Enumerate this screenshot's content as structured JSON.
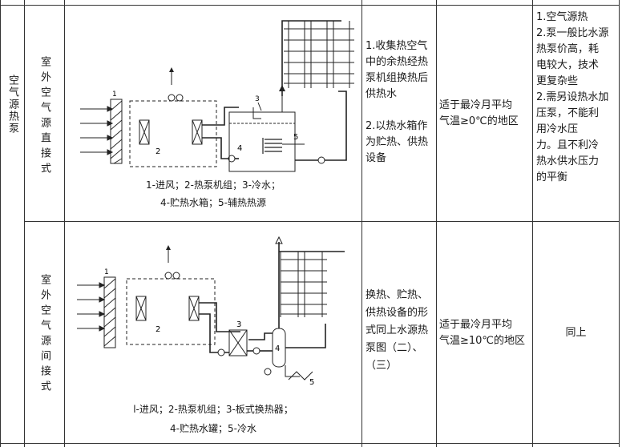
{
  "category_label": "空气源热泵",
  "rows": [
    {
      "type_label": "室外空气源直接式",
      "diagram_caption_line1": "1-进风；2-热泵机组；3-冷水；",
      "diagram_caption_line2": "4-贮热水箱；5-辅热热源",
      "diagram_labels": [
        "1",
        "2",
        "3",
        "4",
        "5"
      ],
      "features": [
        "1.收集热空气",
        "中的余热经热",
        "泵机组换热后",
        "供热水",
        "",
        "2.以热水箱作",
        "为贮热、供热",
        "设备"
      ],
      "condition": [
        "适于最冷月平均",
        "气温≥0℃的地区"
      ],
      "notes": [
        "1.空气源热",
        "2.泵一般比水源",
        "热泵价高，耗",
        "电较大，技术",
        "更复杂些",
        "2.需另设热水加",
        "压泵，不能利",
        "用冷水压",
        "力。且不利冷",
        "热水供水压力",
        "的平衡"
      ]
    },
    {
      "type_label": "室外空气源间接式",
      "diagram_caption_line1": "l-进风；2-热泵机组；3-板式换热器；",
      "diagram_caption_line2": "4-贮热水罐；5-冷水",
      "diagram_labels": [
        "1",
        "2",
        "3",
        "4",
        "5"
      ],
      "features": [
        "换热、贮热、",
        "供热设备的形",
        "式同上水源热",
        "泵图（二）、",
        "（三）"
      ],
      "condition": [
        "适于最冷月平均",
        "气温≥10℃的地区"
      ],
      "notes": [
        "同上"
      ]
    }
  ]
}
